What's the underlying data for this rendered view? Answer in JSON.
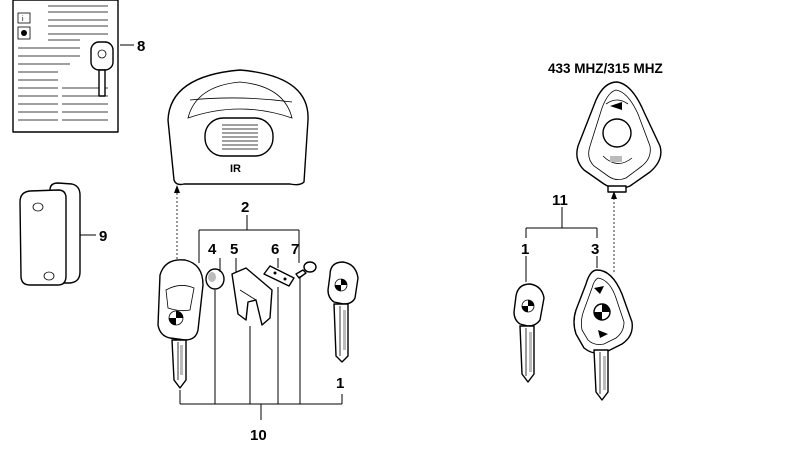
{
  "frequency_label": "433 MHZ/315 MHZ",
  "ir_label": "IR",
  "callouts": {
    "c1a": "1",
    "c1b": "1",
    "c2": "2",
    "c3": "3",
    "c4": "4",
    "c5": "5",
    "c6": "6",
    "c7": "7",
    "c8": "8",
    "c9": "9",
    "c10": "10",
    "c11": "11"
  }
}
